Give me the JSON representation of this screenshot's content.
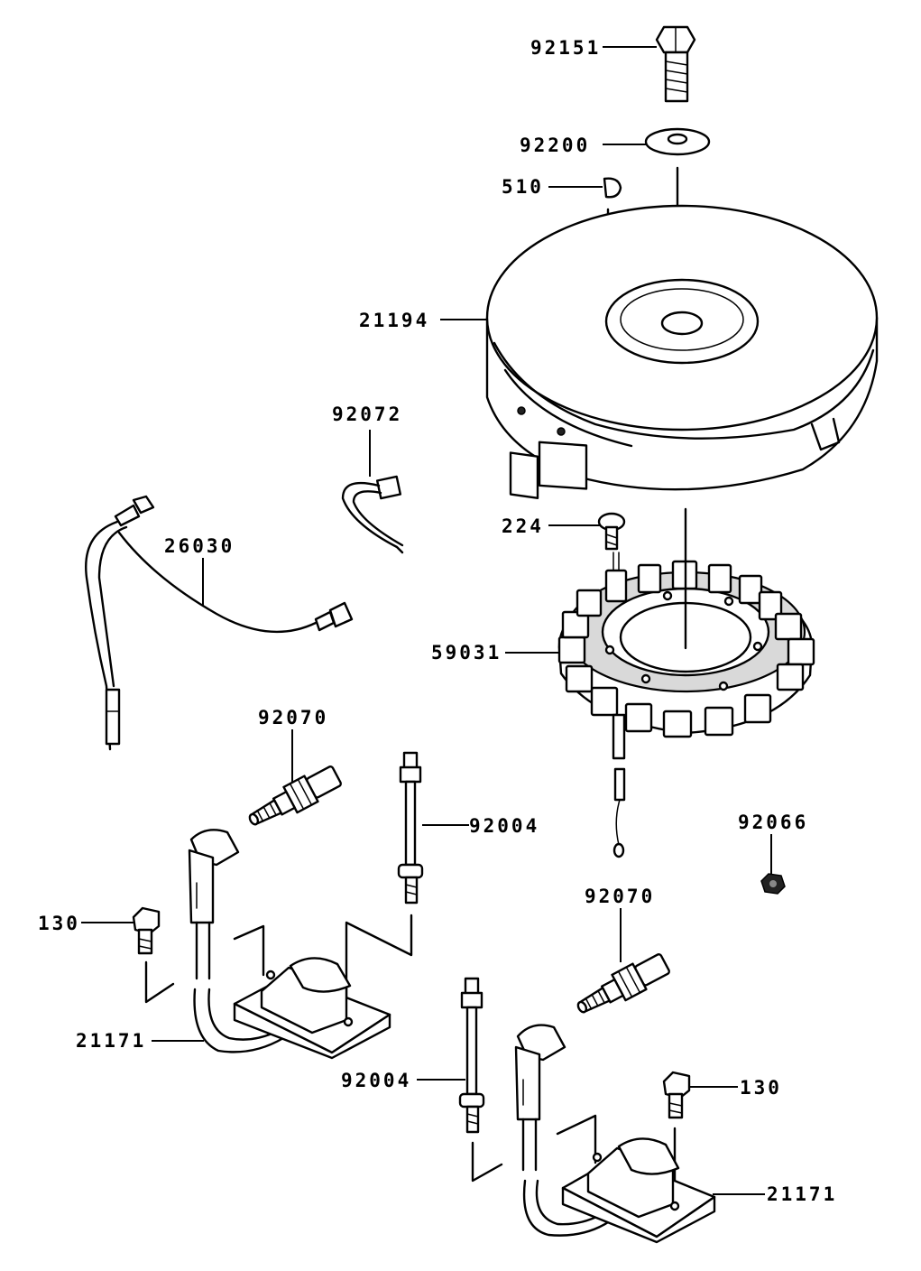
{
  "labels": {
    "p92151": "92151",
    "p92200": "92200",
    "p510": "510",
    "p21194": "21194",
    "p92072": "92072",
    "p26030": "26030",
    "p224": "224",
    "p59031": "59031",
    "p92070_a": "92070",
    "p92004_a": "92004",
    "p92066": "92066",
    "p130_a": "130",
    "p21171_a": "21171",
    "p92070_b": "92070",
    "p92004_b": "92004",
    "p130_b": "130",
    "p21171_b": "21171"
  }
}
